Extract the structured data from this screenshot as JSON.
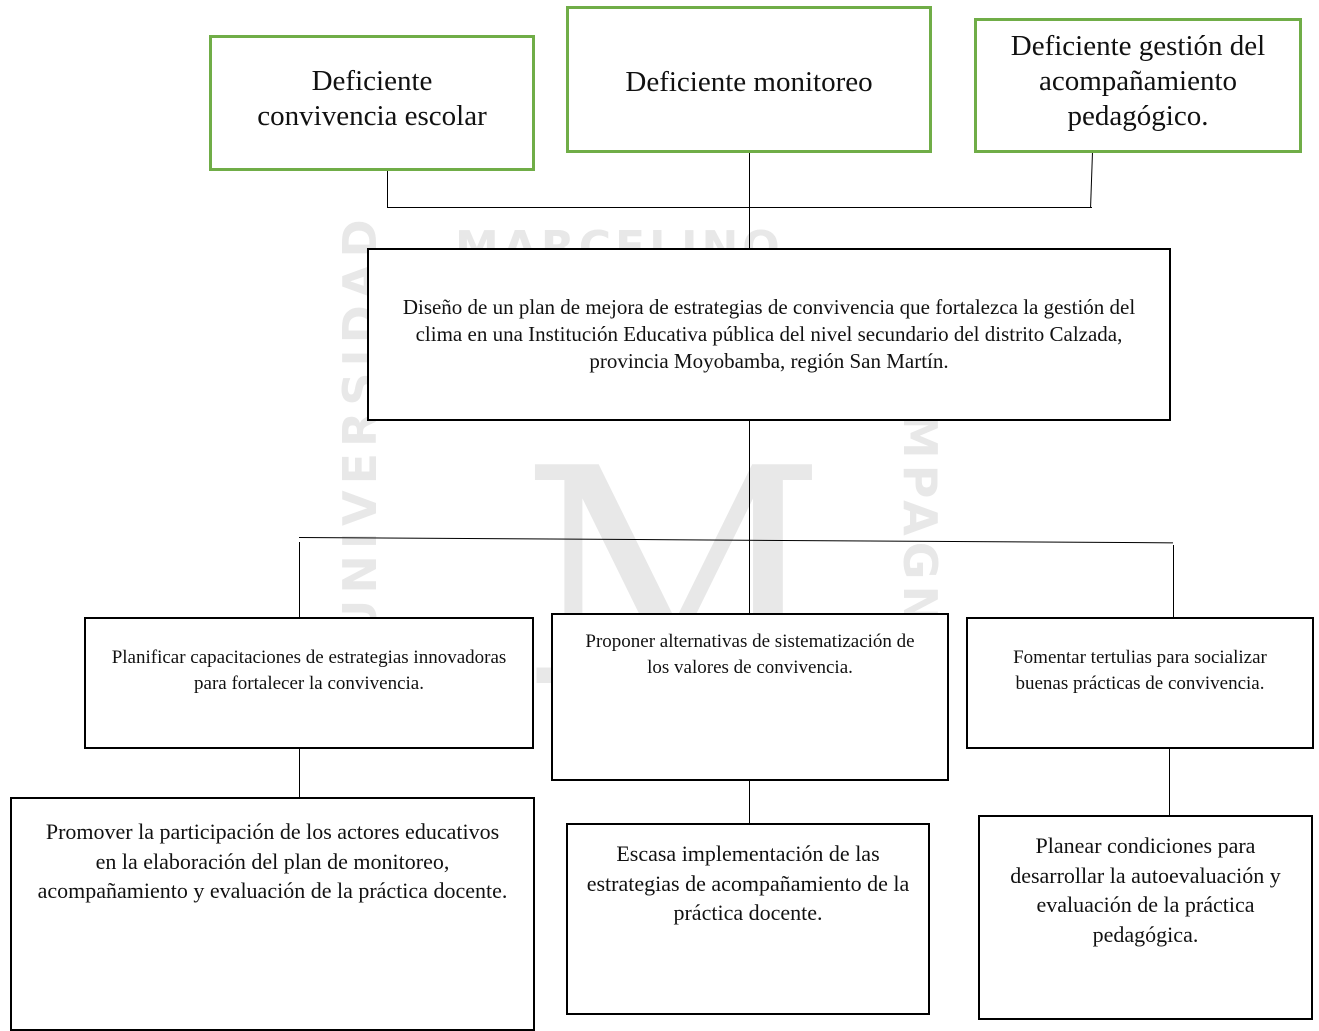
{
  "colors": {
    "effect_border": "#70ad47",
    "box_border": "#000000",
    "watermark": "#e8e8e8"
  },
  "watermark": {
    "top_text": "MARCELINO",
    "left_text": "UNIVERSIDAD",
    "right_text": "CHAMPAGNAT",
    "monogram": "M"
  },
  "effects": [
    {
      "text": "Deficiente convivencia escolar"
    },
    {
      "text": "Deficiente monitoreo"
    },
    {
      "text": "Deficiente gestión del acompañamiento pedagógico."
    }
  ],
  "central": {
    "text": "Diseño de un plan de mejora de estrategias de convivencia que fortalezca la gestión del clima en una Institución Educativa pública del nivel secundario del distrito Calzada, provincia Moyobamba, región San Martín."
  },
  "strategies": [
    {
      "text": "Planificar capacitaciones de estrategias innovadoras para fortalecer la convivencia."
    },
    {
      "text": "Proponer alternativas de sistematización de los valores de convivencia."
    },
    {
      "text": "Fomentar tertulias para socializar buenas prácticas de convivencia."
    }
  ],
  "causes": [
    {
      "text": "Promover la participación de los actores educativos en la elaboración del plan de monitoreo, acompañamiento y evaluación de la práctica docente."
    },
    {
      "text": "Escasa implementación de las estrategias de acompañamiento de la práctica docente."
    },
    {
      "text": "Planear condiciones para desarrollar la autoevaluación y evaluación de la práctica pedagógica."
    }
  ]
}
